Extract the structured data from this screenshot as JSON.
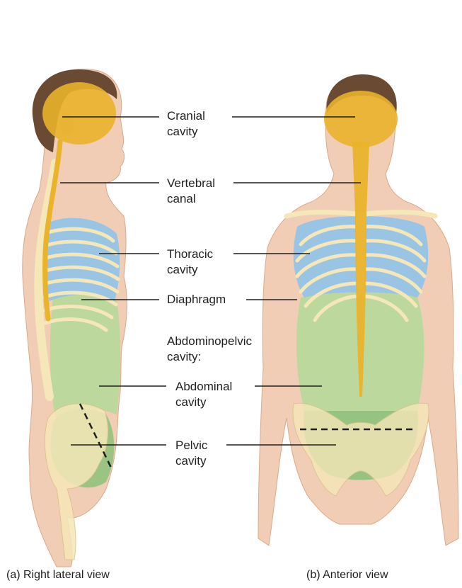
{
  "labels": {
    "cranial": [
      "Cranial",
      "cavity"
    ],
    "vertebral": [
      "Vertebral",
      "canal"
    ],
    "thoracic": [
      "Thoracic",
      "cavity"
    ],
    "diaphragm": [
      "Diaphragm"
    ],
    "abdominopelvic": [
      "Abdominopelvic",
      "cavity:"
    ],
    "abdominal": [
      "Abdominal",
      "cavity"
    ],
    "pelvic": [
      "Pelvic",
      "cavity"
    ]
  },
  "captions": {
    "lateral": "(a) Right lateral view",
    "anterior": "(b) Anterior view"
  },
  "colors": {
    "cranial_vertebral": "#e9b32b",
    "thoracic": "#8fc3e8",
    "abdominopelvic": "#b7d99a",
    "pelvic": "#8cc27a",
    "bone": "#f6e7b8",
    "skin": "#f1cdb6",
    "hair": "#6b4a34",
    "leader_line": "#1f1f1f"
  }
}
